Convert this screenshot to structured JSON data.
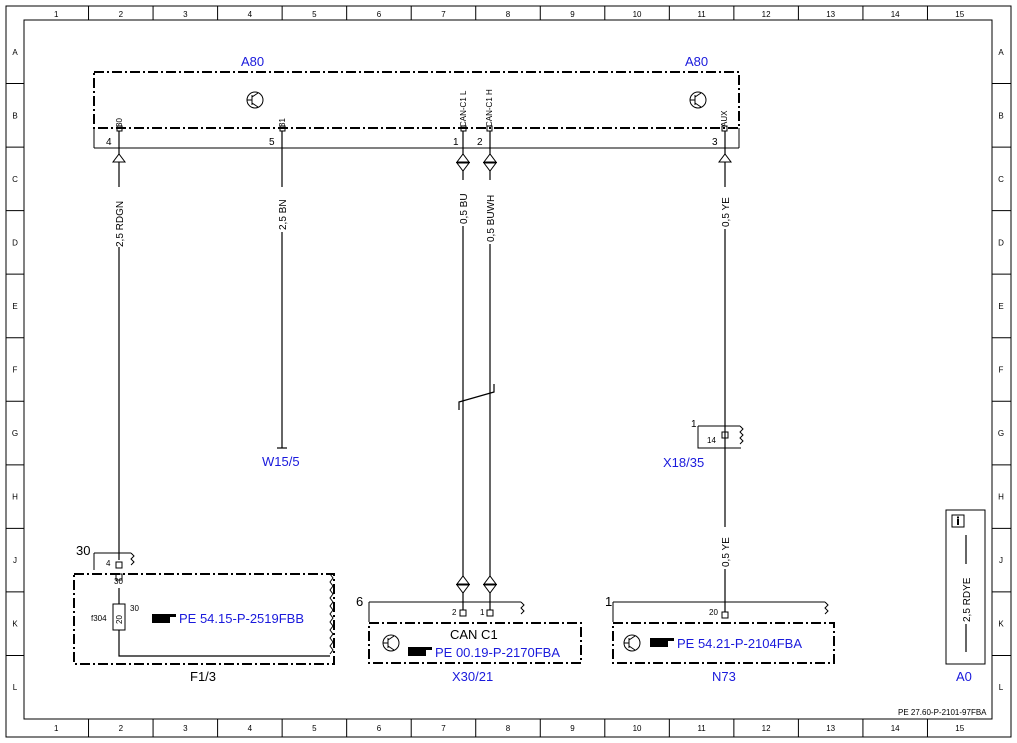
{
  "grid": {
    "columns": [
      "1",
      "2",
      "3",
      "4",
      "5",
      "6",
      "7",
      "8",
      "9",
      "10",
      "11",
      "12",
      "13",
      "14",
      "15"
    ],
    "rows": [
      "A",
      "B",
      "C",
      "D",
      "E",
      "F",
      "G",
      "H",
      "J",
      "K",
      "L"
    ]
  },
  "components": {
    "a80_left": "A80",
    "a80_right": "A80",
    "w15_5": "W15/5",
    "x18_35": "X18/35",
    "f1_3": "F1/3",
    "x30_21": "X30/21",
    "n73": "N73",
    "a0": "A0"
  },
  "a80_pins": {
    "p30": "30",
    "p31": "31",
    "can_l": "CAN-C1 L",
    "can_h": "CAN-C1 H",
    "aux": "AUX",
    "n4": "4",
    "n5": "5",
    "n1": "1",
    "n2": "2",
    "n3": "3"
  },
  "wires": {
    "w1": "2,5 RDGN",
    "w2": "2,5 BN",
    "w3": "0,5 BU",
    "w4": "0,5 BUWH",
    "w5": "0,5 YE",
    "w6": "0,5 YE",
    "legend": "2,5 RDYE"
  },
  "f1_3": {
    "conn": "30",
    "pin": "4",
    "p30": "30",
    "fuse": "f304",
    "rating": "20",
    "side": "30",
    "ref": "PE 54.15-P-2519FBB"
  },
  "x18_35": {
    "conn": "1",
    "pin": "14"
  },
  "x30_21": {
    "conn": "6",
    "pin2": "2",
    "pin1": "1",
    "bus": "CAN C1",
    "ref": "PE 00.19-P-2170FBA"
  },
  "n73": {
    "conn": "1",
    "pin": "20",
    "ref": "PE 54.21-P-2104FBA"
  },
  "footer": "PE 27.60-P-2101-97FBA",
  "colors": {
    "ref_blue": "#1a1adc",
    "line": "#000000"
  }
}
